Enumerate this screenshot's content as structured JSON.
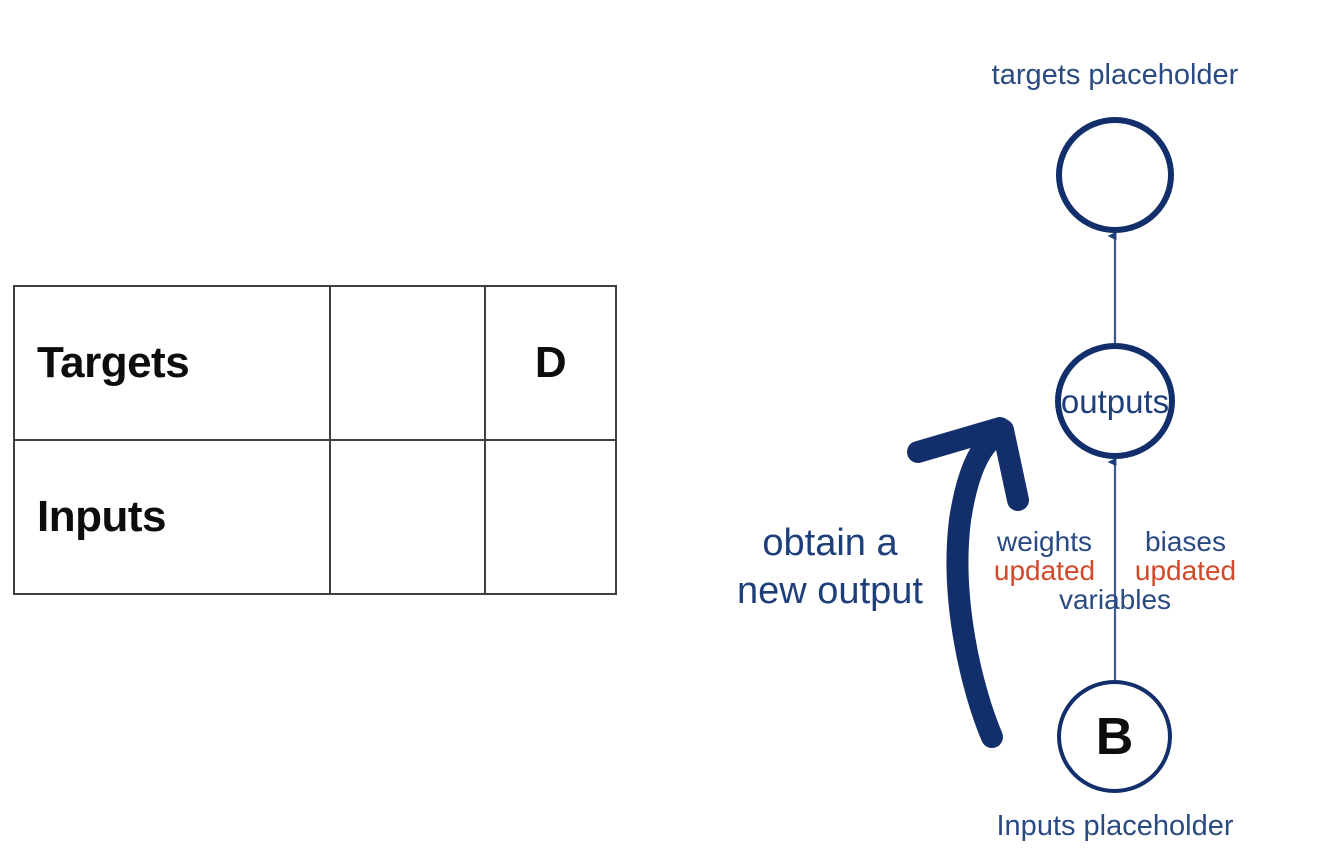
{
  "table": {
    "rows": [
      {
        "label": "Targets",
        "middle": "",
        "right": "D"
      },
      {
        "label": "Inputs",
        "middle": "",
        "right": ""
      }
    ]
  },
  "diagram": {
    "targets": {
      "caption": "targets placeholder",
      "node_label": ""
    },
    "outputs": {
      "node_label": "outputs"
    },
    "inputs": {
      "node_label": "B",
      "caption": "Inputs placeholder"
    },
    "variables": {
      "left": {
        "name": "weights",
        "state": "updated"
      },
      "right": {
        "name": "biases",
        "state": "updated"
      },
      "group_word": "variables"
    },
    "annotation": {
      "line1": "obtain a",
      "line2": "new output"
    }
  },
  "colors": {
    "navy": "#132f6b",
    "text_blue": "#2a4a82",
    "red": "#d2492a",
    "black": "#0d0d0d",
    "table_border": "#404040"
  }
}
